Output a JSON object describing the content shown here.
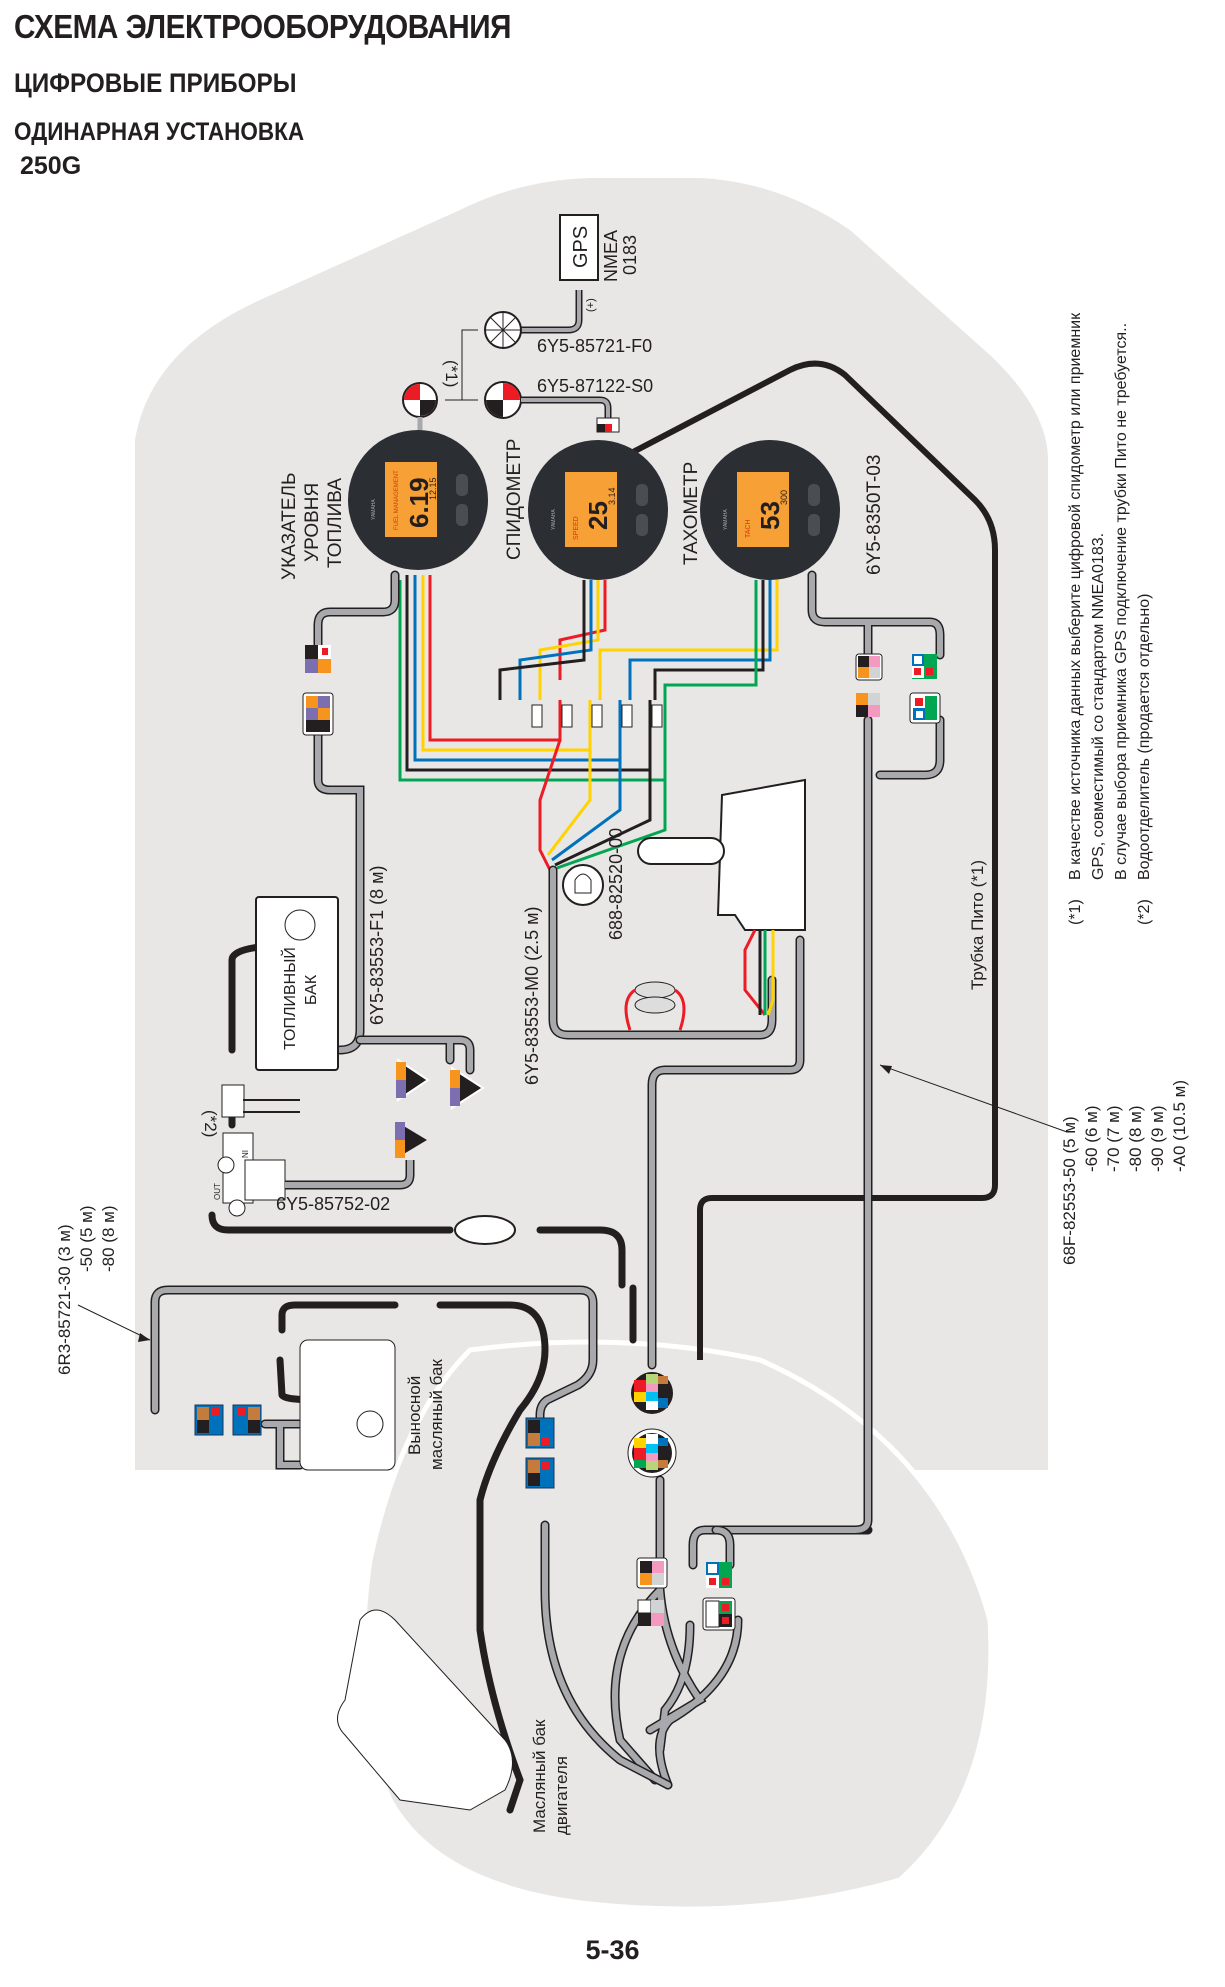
{
  "header": {
    "title": "СХЕМА ЭЛЕКТРООБОРУДОВАНИЯ",
    "subtitle": "ЦИФРОВЫЕ ПРИБОРЫ",
    "section": "ОДИНАРНАЯ УСТАНОВКА",
    "model": "250G"
  },
  "gauges": {
    "fuel": {
      "label_lines": [
        "УКАЗАТЕЛЬ",
        "УРОВНЯ",
        "ТОПЛИВА"
      ],
      "display_name": "FUEL MANAGEMENT",
      "reading": "6.19",
      "subreading": "12.15",
      "brand": "YAMAHA"
    },
    "speed": {
      "label": "СПИДОМЕТР",
      "display_name": "SPEED",
      "reading": "25",
      "subreading": "3.14",
      "brand": "YAMAHA"
    },
    "tach": {
      "label": "ТАХОМЕТР",
      "display_name": "TACH",
      "reading": "53",
      "subreading": "300",
      "brand": "YAMAHA",
      "part": "6Y5-8350T-03"
    }
  },
  "gps": {
    "label": "GPS",
    "standard_line1": "NMEA",
    "standard_line2": "0183",
    "polarity": "(+)"
  },
  "parts": {
    "gps_cable": "6Y5-85721-F0",
    "pitot_sensor": "6Y5-87122-S0",
    "note1_marker": "(*1)",
    "note2_marker": "(*2)",
    "fuel_harness": "6Y5-83553-F1 (8 м)",
    "main_harness": "6Y5-83553-M0 (2.5 м)",
    "buzzer": "688-82520-00",
    "fuel_tank": [
      "ТОПЛИВНЫЙ",
      "БАК"
    ],
    "water_separator_part": "6Y5-85752-02",
    "sep_in": "IN",
    "sep_out": "OUT",
    "oil_cable_lines": [
      "6R3-85721-30 (3 м)",
      "-50 (5 м)",
      "-80 (8 м)"
    ],
    "remote_oil_tank": [
      "Выносной",
      "масляный бак"
    ],
    "engine_oil_tank": [
      "Масляный бак",
      "двигателя"
    ],
    "pitot_tube": "Трубка Пито (*1)",
    "pitot_hose_lines": [
      "68F-82553-50 (5 м)",
      "-60 (6 м)",
      "-70 (7 м)",
      "-80 (8 м)",
      "-90 (9 м)",
      "-A0 (10.5 м)"
    ]
  },
  "notes": [
    {
      "marker": "(*1)",
      "lines": [
        "В качестве источника данных выберите цифровой спидометр или приемник",
        "GPS, совместимый со стандартом NMEA0183.",
        "В случае выбора приемника GPS подключение трубки Пито не требуется.."
      ]
    },
    {
      "marker": "(*2)",
      "lines": [
        "Водоотделитель (продается отдельно)"
      ]
    }
  ],
  "colors": {
    "background_panel": "#e8e7e6",
    "harness_gray": "#a7a9ac",
    "hose_black": "#231f20",
    "wire_red": "#ed1c24",
    "wire_yellow": "#ffd200",
    "wire_blue": "#0072bc",
    "wire_green": "#00a651",
    "lcd_orange": "#f7a035",
    "orange": "#f7941d",
    "purple": "#7b6fb0",
    "brown": "#c57b3b",
    "pink": "#f49ac1",
    "cyan": "#00c0f3",
    "lightgreen": "#b5d77a"
  },
  "page_number": "5-36"
}
